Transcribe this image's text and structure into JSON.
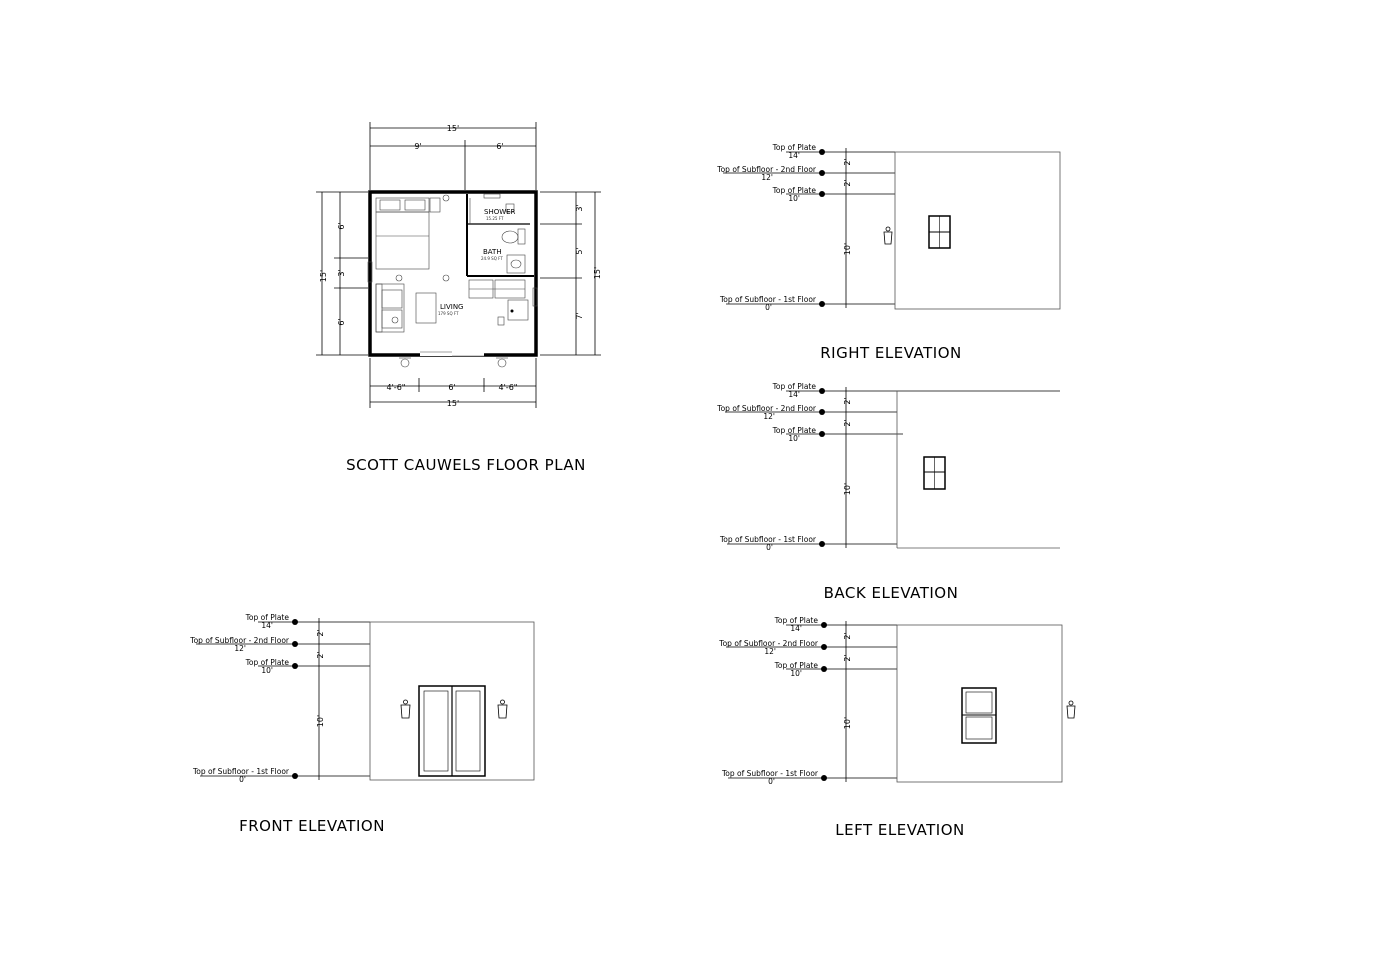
{
  "floor_plan": {
    "title": "SCOTT CAUWELS FLOOR PLAN",
    "dims": {
      "overall_top": "15'",
      "top_left": "9'",
      "top_right": "6'",
      "left_total": "15'",
      "left_a": "6'",
      "left_b": "3'",
      "left_c": "6'",
      "right_total": "15'",
      "right_a": "3'",
      "right_b": "5'",
      "right_c": "7'",
      "bottom_a": "4'-6\"",
      "bottom_b": "6'",
      "bottom_c": "4'-6\"",
      "overall_bottom": "15'"
    },
    "rooms": {
      "shower": "SHOWER",
      "shower_area": "15.25 FT",
      "bath": "BATH",
      "bath_area": "24.9 SQ FT",
      "living": "LIVING",
      "living_area": "179 SQ FT"
    }
  },
  "levels": {
    "top_of_plate": "Top of Plate",
    "top_of_plate_14": "14'",
    "subfloor_2nd": "Top of Subfloor - 2nd Floor",
    "subfloor_2nd_12": "12'",
    "top_of_plate_10": "10'",
    "subfloor_1st": "Top of Subfloor - 1st Floor",
    "subfloor_1st_0": "0'",
    "dim_2": "2'",
    "dim_10": "10'"
  },
  "elevations": {
    "right": "RIGHT ELEVATION",
    "back": "BACK ELEVATION",
    "front": "FRONT ELEVATION",
    "left": "LEFT ELEVATION"
  }
}
